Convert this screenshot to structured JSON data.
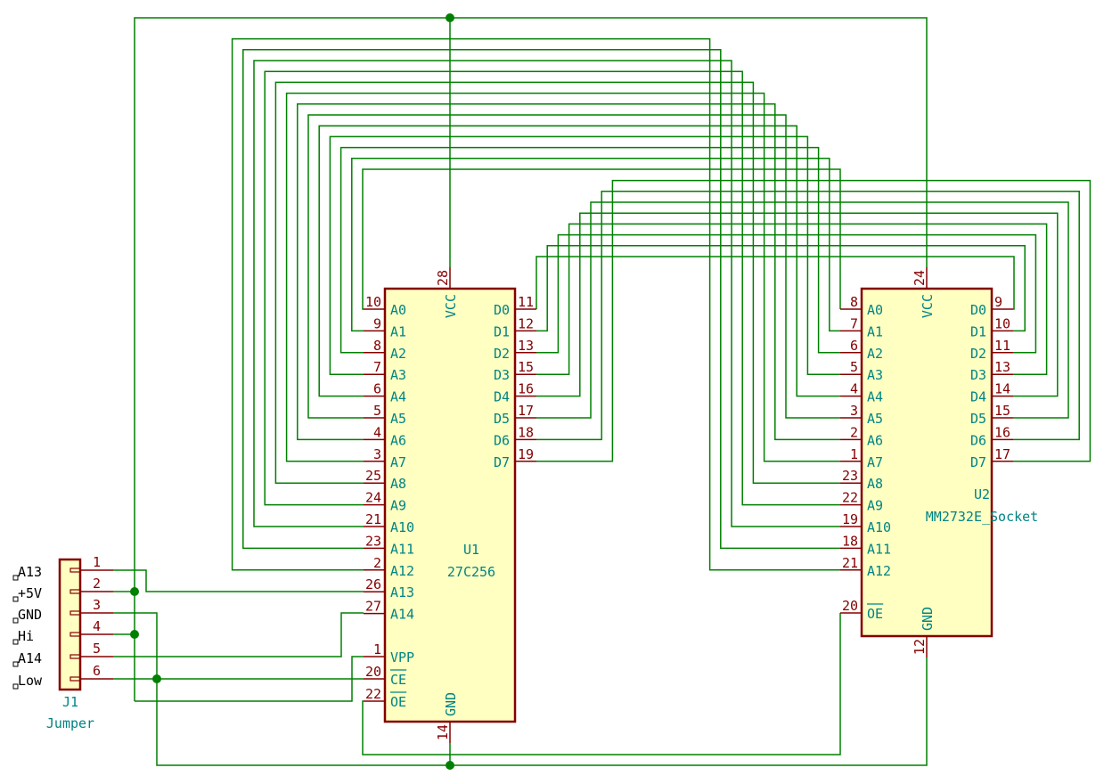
{
  "schematic": {
    "colors": {
      "wire": "#008000",
      "pin": "#840000",
      "body_fill": "#ffffc2",
      "text": "#008484",
      "junction": "#008000"
    },
    "u1": {
      "reference": "U1",
      "value": "27C256",
      "vcc": {
        "name": "VCC",
        "num": "28"
      },
      "gnd": {
        "name": "GND",
        "num": "14"
      },
      "address_pins": [
        {
          "name": "A0",
          "num": "10"
        },
        {
          "name": "A1",
          "num": "9"
        },
        {
          "name": "A2",
          "num": "8"
        },
        {
          "name": "A3",
          "num": "7"
        },
        {
          "name": "A4",
          "num": "6"
        },
        {
          "name": "A5",
          "num": "5"
        },
        {
          "name": "A6",
          "num": "4"
        },
        {
          "name": "A7",
          "num": "3"
        },
        {
          "name": "A8",
          "num": "25"
        },
        {
          "name": "A9",
          "num": "24"
        },
        {
          "name": "A10",
          "num": "21"
        },
        {
          "name": "A11",
          "num": "23"
        },
        {
          "name": "A12",
          "num": "2"
        },
        {
          "name": "A13",
          "num": "26"
        },
        {
          "name": "A14",
          "num": "27"
        }
      ],
      "control_pins": [
        {
          "name": "VPP",
          "num": "1",
          "overbar": false
        },
        {
          "name": "CE",
          "num": "20",
          "overbar": true
        },
        {
          "name": "OE",
          "num": "22",
          "overbar": true
        }
      ],
      "data_pins": [
        {
          "name": "D0",
          "num": "11"
        },
        {
          "name": "D1",
          "num": "12"
        },
        {
          "name": "D2",
          "num": "13"
        },
        {
          "name": "D3",
          "num": "15"
        },
        {
          "name": "D4",
          "num": "16"
        },
        {
          "name": "D5",
          "num": "17"
        },
        {
          "name": "D6",
          "num": "18"
        },
        {
          "name": "D7",
          "num": "19"
        }
      ]
    },
    "u2": {
      "reference": "U2",
      "value": "MM2732E_Socket",
      "vcc": {
        "name": "VCC",
        "num": "24"
      },
      "gnd": {
        "name": "GND",
        "num": "12"
      },
      "address_pins": [
        {
          "name": "A0",
          "num": "8"
        },
        {
          "name": "A1",
          "num": "7"
        },
        {
          "name": "A2",
          "num": "6"
        },
        {
          "name": "A3",
          "num": "5"
        },
        {
          "name": "A4",
          "num": "4"
        },
        {
          "name": "A5",
          "num": "3"
        },
        {
          "name": "A6",
          "num": "2"
        },
        {
          "name": "A7",
          "num": "1"
        },
        {
          "name": "A8",
          "num": "23"
        },
        {
          "name": "A9",
          "num": "22"
        },
        {
          "name": "A10",
          "num": "19"
        },
        {
          "name": "A11",
          "num": "18"
        },
        {
          "name": "A12",
          "num": "21"
        }
      ],
      "control_pins": [
        {
          "name": "OE",
          "num": "20",
          "overbar": true
        }
      ],
      "data_pins": [
        {
          "name": "D0",
          "num": "9"
        },
        {
          "name": "D1",
          "num": "10"
        },
        {
          "name": "D2",
          "num": "11"
        },
        {
          "name": "D3",
          "num": "13"
        },
        {
          "name": "D4",
          "num": "14"
        },
        {
          "name": "D5",
          "num": "15"
        },
        {
          "name": "D6",
          "num": "16"
        },
        {
          "name": "D7",
          "num": "17"
        }
      ]
    },
    "j1": {
      "reference": "J1",
      "value": "Jumper",
      "pins": [
        {
          "num": "1",
          "label": "A13"
        },
        {
          "num": "2",
          "label": "+5V"
        },
        {
          "num": "3",
          "label": "GND"
        },
        {
          "num": "4",
          "label": "Hi"
        },
        {
          "num": "5",
          "label": "A14"
        },
        {
          "num": "6",
          "label": "Low"
        }
      ]
    }
  }
}
